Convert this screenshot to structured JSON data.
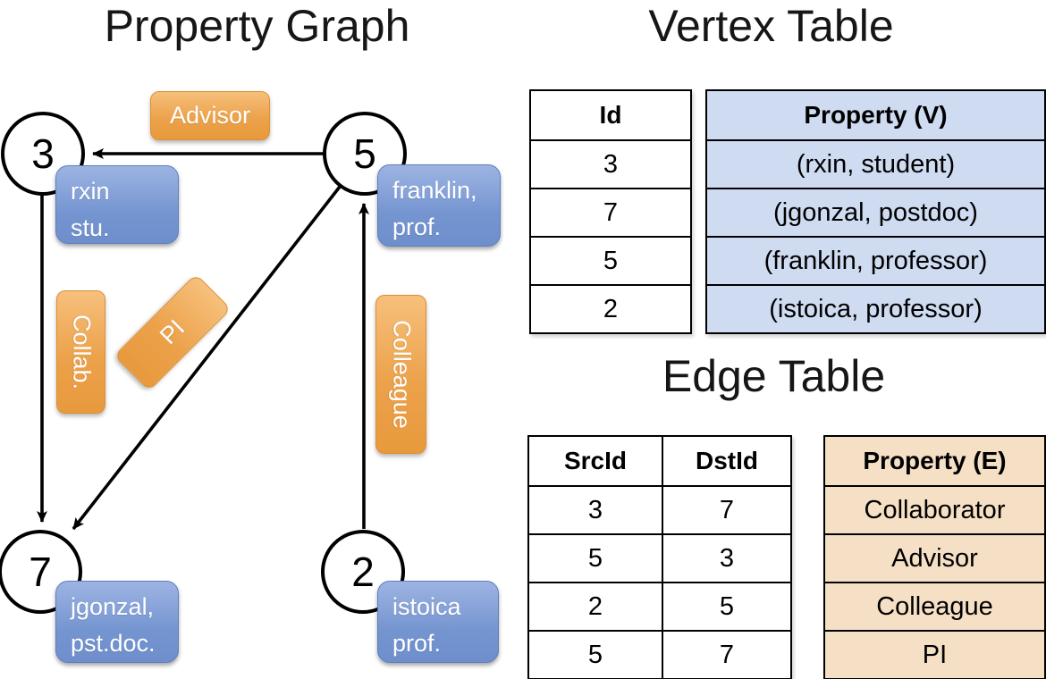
{
  "graph": {
    "title": "Property Graph",
    "vertices": [
      {
        "id": "3",
        "label_lines": [
          "rxin",
          "stu."
        ]
      },
      {
        "id": "5",
        "label_lines": [
          "franklin,",
          "prof."
        ]
      },
      {
        "id": "7",
        "label_lines": [
          "jgonzal,",
          "pst.doc."
        ]
      },
      {
        "id": "2",
        "label_lines": [
          "istoica",
          "prof."
        ]
      }
    ],
    "edges": [
      {
        "label": "Advisor",
        "src": "5",
        "dst": "3"
      },
      {
        "label": "Collab.",
        "src": "3",
        "dst": "7"
      },
      {
        "label": "PI",
        "src": "5",
        "dst": "7"
      },
      {
        "label": "Colleague",
        "src": "2",
        "dst": "5"
      }
    ]
  },
  "vertex_table": {
    "title": "Vertex Table",
    "columns": [
      "Id",
      "Property (V)"
    ],
    "rows": [
      [
        "3",
        "(rxin, student)"
      ],
      [
        "7",
        "(jgonzal, postdoc)"
      ],
      [
        "5",
        "(franklin, professor)"
      ],
      [
        "2",
        "(istoica, professor)"
      ]
    ]
  },
  "edge_table": {
    "title": "Edge Table",
    "columns": [
      "SrcId",
      "DstId",
      "Property (E)"
    ],
    "rows": [
      [
        "3",
        "7",
        "Collaborator"
      ],
      [
        "5",
        "3",
        "Advisor"
      ],
      [
        "2",
        "5",
        "Colleague"
      ],
      [
        "5",
        "7",
        "PI"
      ]
    ]
  },
  "colors": {
    "edge_label_orange_top": "#F6C07C",
    "edge_label_orange_bottom": "#E8993C",
    "vertex_label_blue_top": "#9DB4E2",
    "vertex_label_blue_bottom": "#6E8ECC",
    "vertex_table_fill": "#CEDBF1",
    "edge_table_fill": "#F5E0C6",
    "line_color": "#000000"
  }
}
